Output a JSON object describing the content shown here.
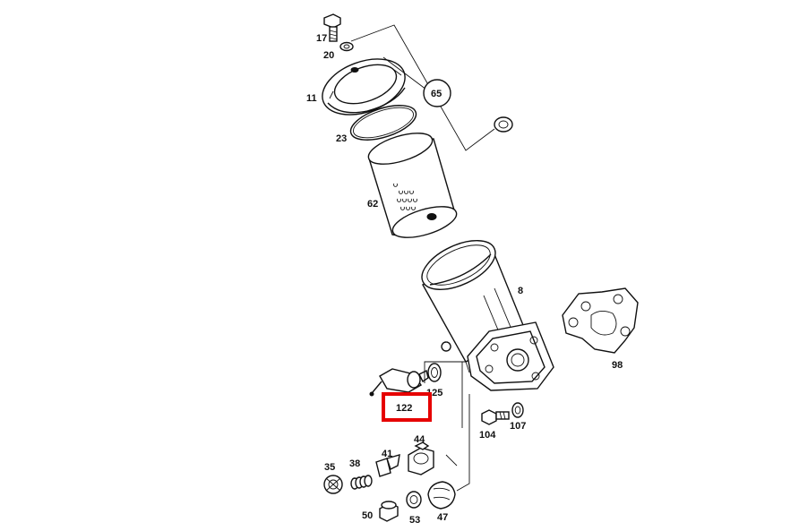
{
  "diagram": {
    "part_numbers": {
      "p17": "17",
      "p20": "20",
      "p11": "11",
      "p65": "65",
      "p23": "23",
      "p62": "62",
      "p8": "8",
      "p98": "98",
      "p125": "125",
      "p122": "122",
      "p104": "104",
      "p107": "107",
      "p44": "44",
      "p41": "41",
      "p38": "38",
      "p35": "35",
      "p50": "50",
      "p53": "53",
      "p47": "47"
    },
    "highlighted_part": "122",
    "highlight_color": "#e60000",
    "line_color": "#111111"
  }
}
